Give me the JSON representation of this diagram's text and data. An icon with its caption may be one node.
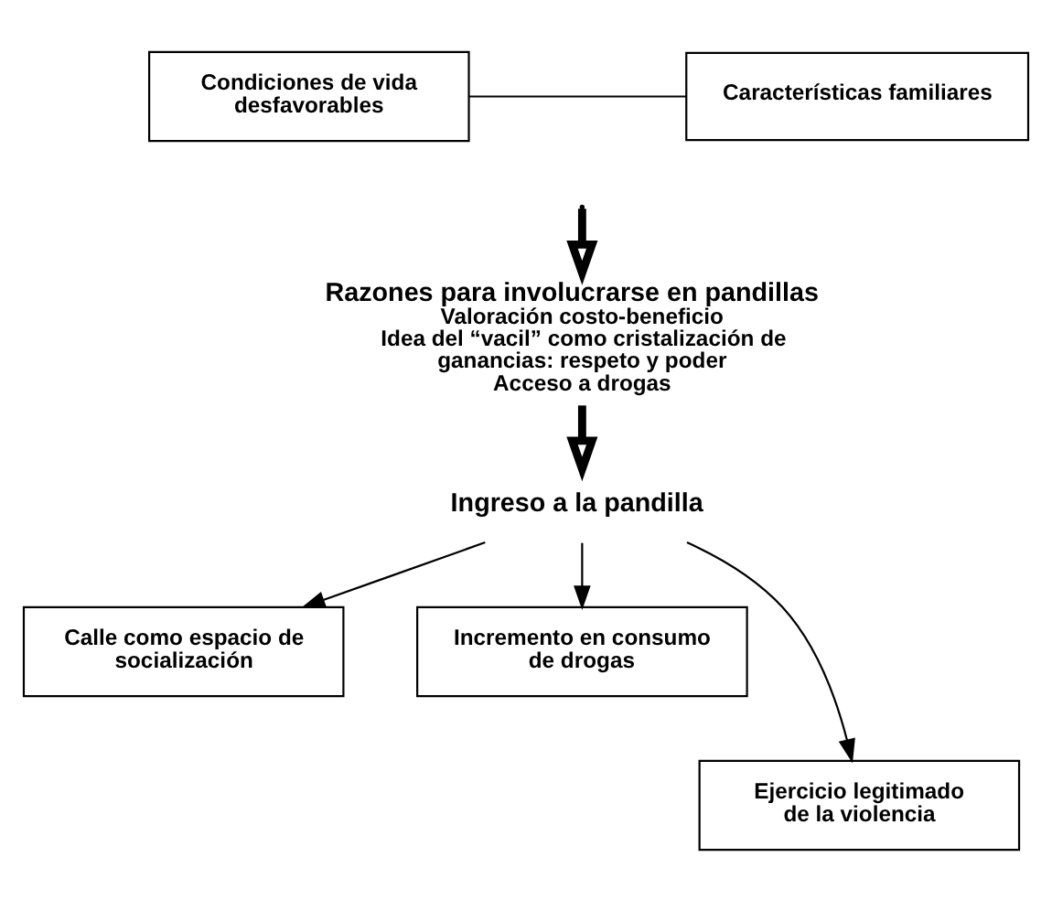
{
  "diagram": {
    "nodes": [
      {
        "text": [
          "Condiciones de vida desfavorables"
        ]
      },
      {
        "text": [
          "Características familiares"
        ]
      },
      {
        "text": [
          "Razones para involucrarse en pandillas",
          "Valoración costo-beneficio",
          "Idea del “vacil” como cristalización de ganancias: respeto y poder",
          "Acceso a drogas"
        ]
      },
      {
        "text": [
          "Ingreso a la pandilla"
        ]
      },
      {
        "text": [
          "Calle como espacio de socialización"
        ]
      },
      {
        "text": [
          "Incremento en consumo de drogas"
        ]
      },
      {
        "text": [
          "Ejercicio legitimado de la violencia"
        ]
      }
    ],
    "edges": [
      {
        "from": 0,
        "to": 1,
        "arrow": "none"
      },
      {
        "from": null,
        "to": 2,
        "arrow": "to",
        "style": "thick"
      },
      {
        "from": 2,
        "to": 3,
        "arrow": "to",
        "style": "thick"
      },
      {
        "from": 3,
        "to": 4,
        "arrow": "to"
      },
      {
        "from": 3,
        "to": 6,
        "arrow": "to"
      },
      {
        "from": 3,
        "to": 5,
        "arrow": "to"
      }
    ]
  }
}
